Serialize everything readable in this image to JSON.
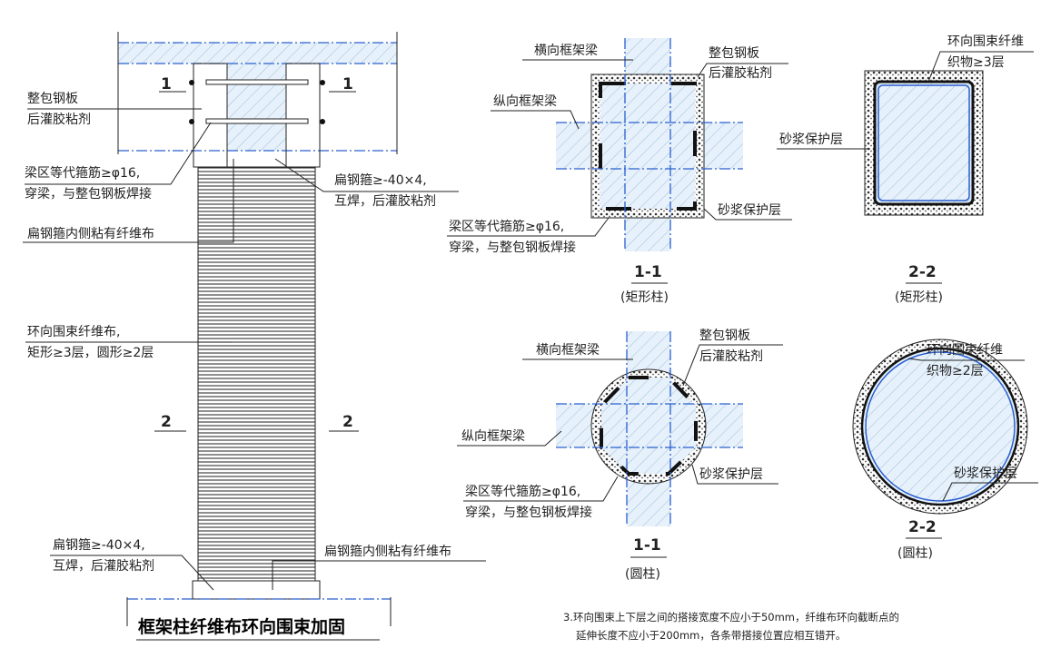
{
  "elevation": {
    "section_mark_1": "1",
    "section_mark_2": "2",
    "label_steel_plate_1": "整包钢板",
    "label_steel_plate_2": "后灌胶粘剂",
    "label_stirrup_1": "梁区等代箍筋≥φ16,",
    "label_stirrup_2": "穿梁，与整包钢板焊接",
    "label_flat_hoop_1": "扁钢箍≥-40×4,",
    "label_flat_hoop_2": "互焊，后灌胶粘剂",
    "label_inner_fiber": "扁钢箍内侧粘有纤维布",
    "label_fiber_wrap_1": "环向围束纤维布,",
    "label_fiber_wrap_2": "矩形≥3层，圆形≥2层",
    "label_flat_hoop_bottom_1": "扁钢箍≥-40×4,",
    "label_flat_hoop_bottom_2": "互焊，后灌胶粘剂",
    "label_inner_fiber_bottom": "扁钢箍内侧粘有纤维布",
    "title": "框架柱纤维布环向围束加固"
  },
  "section_rect_1": {
    "label_transverse_beam": "横向框架梁",
    "label_longitudinal_beam": "纵向框架梁",
    "label_steel_plate_1": "整包钢板",
    "label_steel_plate_2": "后灌胶粘剂",
    "label_mortar": "砂浆保护层",
    "label_stirrup_1": "梁区等代箍筋≥φ16,",
    "label_stirrup_2": "穿梁，与整包钢板焊接",
    "caption": "1-1",
    "subcaption": "(矩形柱)"
  },
  "section_rect_2": {
    "label_fiber_1": "环向围束纤维",
    "label_fiber_2": "织物≥3层",
    "label_mortar": "砂浆保护层",
    "caption": "2-2",
    "subcaption": "(矩形柱)"
  },
  "section_round_1": {
    "label_transverse_beam": "横向框架梁",
    "label_longitudinal_beam": "纵向框架梁",
    "label_steel_plate_1": "整包钢板",
    "label_steel_plate_2": "后灌胶粘剂",
    "label_mortar": "砂浆保护层",
    "label_stirrup_1": "梁区等代箍筋≥φ16,",
    "label_stirrup_2": "穿梁，与整包钢板焊接",
    "caption": "1-1",
    "subcaption": "(圆柱)"
  },
  "section_round_2": {
    "label_fiber_1": "环向围束纤维",
    "label_fiber_2": "织物≥2层",
    "label_mortar": "砂浆保护层",
    "caption": "2-2",
    "subcaption": "(圆柱)"
  },
  "notes": {
    "note3_line1": "3.环向围束上下层之间的搭接宽度不应小于50mm，纤维布环向截断点的",
    "note3_line2": "延伸长度不应小于200mm，各条带搭接位置应相互错开。"
  },
  "colors": {
    "axis_blue": "#2a5fd0",
    "concrete_fill": "#e6f1fb"
  }
}
